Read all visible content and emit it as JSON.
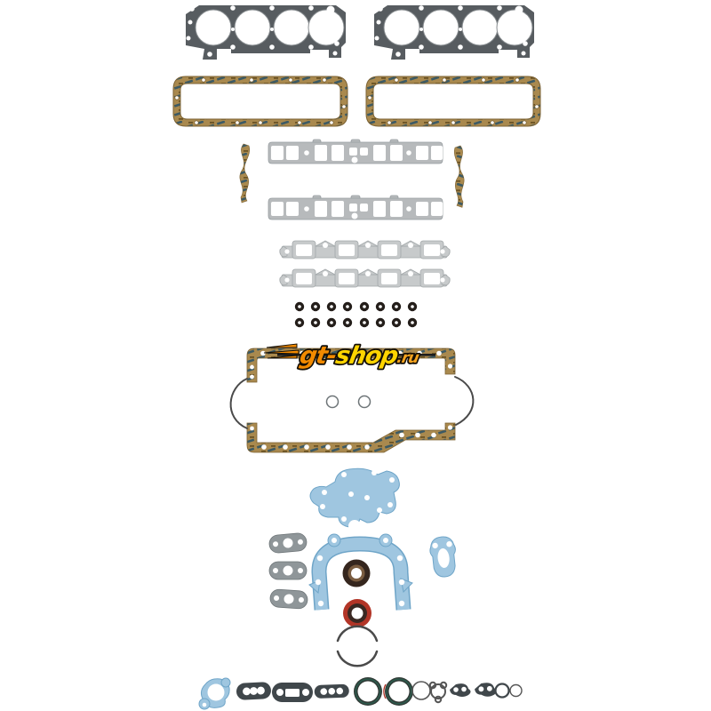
{
  "page": {
    "background": "#ffffff",
    "description": "Product photo: full engine overhaul gasket set laid out on white background"
  },
  "watermark": {
    "text_gt": "gt-",
    "text_shop": "shop",
    "text_ru": ".ru"
  },
  "colors": {
    "background": "#ffffff",
    "hole": "#ffffff",
    "head_gasket": "#575c60",
    "bore_ring": "#878c8f",
    "cork_base": "#a9894e",
    "cork_streak": "#3c5a64",
    "cork_fleck": "#6b5425",
    "cork_edge": "#7d6334",
    "intake": "#b7babc",
    "intake_edge": "#989ea1",
    "exhaust": "#c7cacb",
    "exhaust_edge": "#a3a8aa",
    "stem_seal": "#241e1a",
    "blue_gasket": "#9fc6e0",
    "blue_edge": "#6fa5c8",
    "mini_gray": "#8f9699",
    "mini_gray_edge": "#6e7578",
    "dark_gray": "#40474b",
    "seal_brown_outer": "#35261e",
    "seal_brown_inner": "#7a5c40",
    "seal_red": "#b23527",
    "seal_red_inner": "#3a2822",
    "ring_stroke": "#4a4a4a",
    "oring": "#323b37",
    "oring_teal": "#2c5a4c",
    "thin_ring": "#555555",
    "wm_orange": "#f28a00",
    "wm_yellow": "#ffd400",
    "wm_accent": "#f5a31f",
    "wm_outline": "#140f06",
    "wm_line": "#1d1d1d"
  },
  "parts": [
    {
      "name": "cylinder-head-gasket",
      "quantity": 2
    },
    {
      "name": "valve-cover-gasket",
      "quantity": 2
    },
    {
      "name": "intake-manifold-gasket",
      "quantity": 2
    },
    {
      "name": "intake-end-seal",
      "quantity": 2
    },
    {
      "name": "exhaust-manifold-gasket",
      "quantity": 2
    },
    {
      "name": "valve-stem-seal",
      "quantity": 16
    },
    {
      "name": "oil-pan-gasket-rail",
      "quantity": 2
    },
    {
      "name": "oil-pan-end-seal",
      "quantity": 2
    },
    {
      "name": "oil-pan-ring",
      "quantity": 2
    },
    {
      "name": "water-pump-gasket",
      "quantity": 1
    },
    {
      "name": "timing-cover-gasket",
      "quantity": 1
    },
    {
      "name": "fuel-pump-gasket",
      "quantity": 1
    },
    {
      "name": "water-outlet-gasket",
      "quantity": 3
    },
    {
      "name": "camshaft-seal",
      "quantity": 1
    },
    {
      "name": "crankshaft-seal",
      "quantity": 1
    },
    {
      "name": "rear-main-seal",
      "quantity": 1
    },
    {
      "name": "thermostat-gasket",
      "quantity": 1
    },
    {
      "name": "small-port-gasket",
      "quantity": 3
    },
    {
      "name": "o-ring-seal",
      "quantity": 2
    },
    {
      "name": "distributor-gasket",
      "quantity": 1
    },
    {
      "name": "mounting-gasket",
      "quantity": 2
    },
    {
      "name": "small-o-ring",
      "quantity": 2
    }
  ]
}
